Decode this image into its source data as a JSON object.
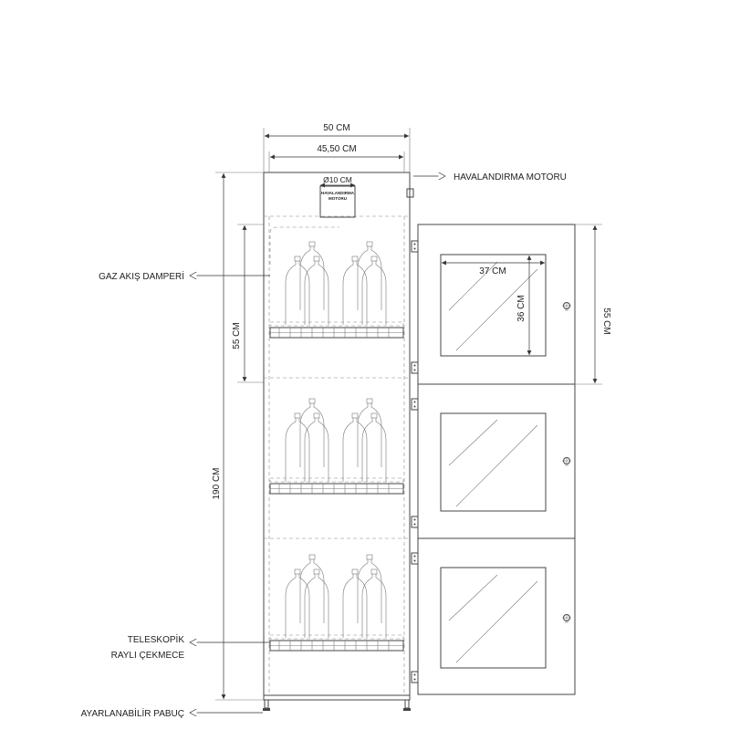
{
  "dimensions": {
    "total_width": "50 CM",
    "inner_width": "45,50 CM",
    "duct_diameter": "Ø10 CM",
    "total_height": "190 CM",
    "compartment_height": "55 CM",
    "door_height": "55 CM",
    "window_width": "37 CM",
    "window_height": "36 CM"
  },
  "labels": {
    "fan_motor_box_line1": "HAVALANDIRMA",
    "fan_motor_box_line2": "MOTORU",
    "ventilation_motor": "HAVALANDIRMA MOTORU",
    "gas_flow_damper": "GAZ AKIŞ DAMPERİ",
    "telescopic_line1": "TELESKOPİK",
    "telescopic_line2": "RAYLI ÇEKMECE",
    "adjustable_foot": "AYARLANABİLİR PABUÇ"
  },
  "icons": {
    "arrow": "arrow-left-icon",
    "hinge": "hinge-icon",
    "lock": "lock-icon",
    "bottle": "gas-bottle-icon"
  },
  "colors": {
    "line": "#444444",
    "text": "#222222"
  }
}
